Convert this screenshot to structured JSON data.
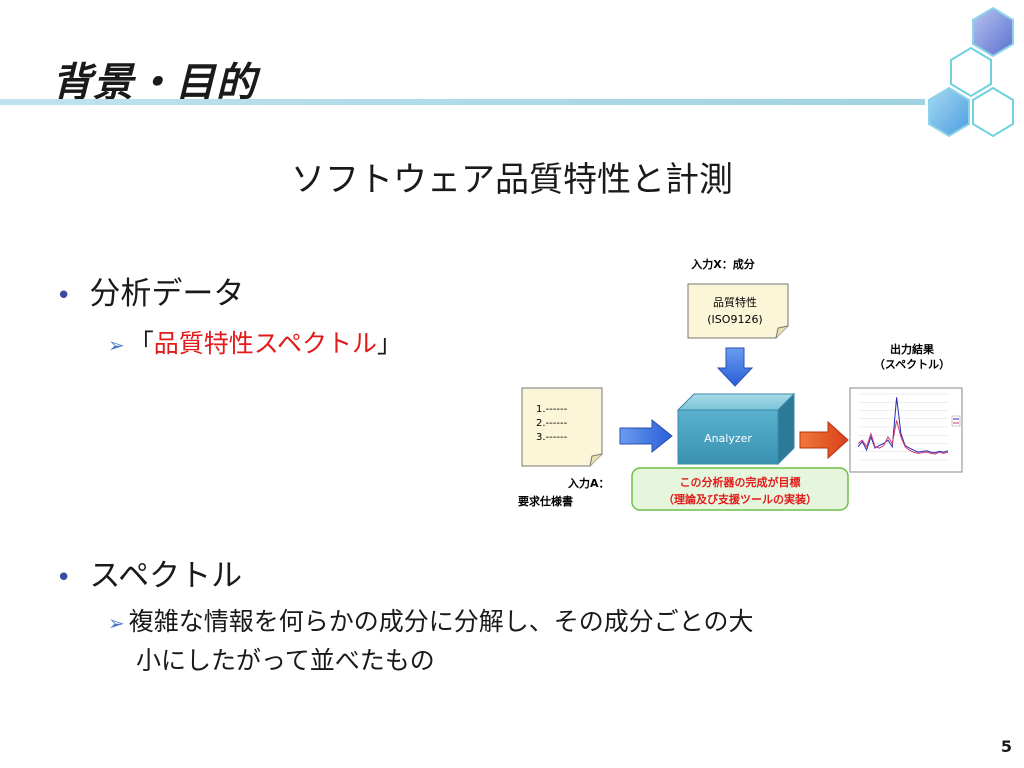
{
  "slide": {
    "title": "背景・目的",
    "subtitle": "ソフトウェア品質特性と計測",
    "page_number": "5"
  },
  "bullets": [
    {
      "text": "分析データ",
      "sub": {
        "open": "「",
        "highlight": "品質特性スペクトル",
        "close": "」"
      }
    },
    {
      "text": "スペクトル",
      "sub_line1": "複雑な情報を何らかの成分に分解し、その成分ごとの大",
      "sub_line2": "小にしたがって並べたもの"
    }
  ],
  "diagram": {
    "input_x_label": "入力X：成分",
    "quality_box_line1": "品質特性",
    "quality_box_line2": "(ISO9126)",
    "doc_lines": [
      "1.------",
      "2.------",
      "3.------"
    ],
    "input_a_line1": "入力A：",
    "input_a_line2": "要求仕様書",
    "analyzer_label": "Analyzer",
    "goal_line1": "この分析器の完成が目標",
    "goal_line2": "（理論及び支援ツールの実装）",
    "output_line1": "出力結果",
    "output_line2": "（スペクトル）",
    "colors": {
      "analyzer_front": "#4aa0bf",
      "arrow_blue": "#3b6fe0",
      "arrow_red": "#e84a1a",
      "goal_border": "#6fbf4a",
      "goal_fill": "#e6f6dc",
      "goal_text": "#e21a1a"
    }
  },
  "spectrum_chart": {
    "type": "line",
    "series": [
      {
        "color": "#2a2ab8",
        "values": [
          0.2,
          0.28,
          0.15,
          0.35,
          0.18,
          0.22,
          0.25,
          0.3,
          0.2,
          0.95,
          0.4,
          0.22,
          0.18,
          0.15,
          0.12,
          0.13,
          0.14,
          0.12,
          0.11,
          0.13,
          0.12,
          0.14
        ]
      },
      {
        "color": "#d23a6a",
        "values": [
          0.25,
          0.3,
          0.2,
          0.4,
          0.2,
          0.18,
          0.22,
          0.35,
          0.25,
          0.6,
          0.35,
          0.2,
          0.15,
          0.12,
          0.1,
          0.11,
          0.12,
          0.1,
          0.09,
          0.12,
          0.1,
          0.12
        ]
      }
    ],
    "ylim": [
      0,
      1
    ]
  }
}
